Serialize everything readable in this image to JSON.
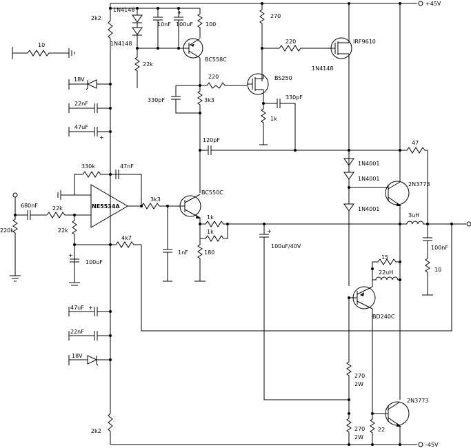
{
  "rails": {
    "vpos": "+45V",
    "vneg": "-45V"
  },
  "labels": {
    "r_2k2_top": "2k2",
    "d_1n4148_a": "1N4148",
    "d_1n4148_b": "1N4148",
    "c_10nf": "10nF",
    "c_100uf_top": "100uF",
    "r_100": "100",
    "q_bc558c": "BC558C",
    "r_22k_vas": "22k",
    "r_270_top": "270",
    "r_220_gate": "220",
    "q_irf9610": "IRF9610",
    "d_1n4148_c": "1N4148",
    "r_220_mid": "220",
    "q_bs250": "BS250",
    "c_330pf_left": "330pF",
    "r_3k3_mid": "3k3",
    "c_330pf_right": "330pF",
    "r_1k_bs": "1k",
    "r_10_left": "10",
    "d_18v_top": "18V",
    "c_22nf_top": "22nF",
    "c_47uf_top": "47uF",
    "c_120pf": "120pF",
    "r_47": "47",
    "d_1n4001_a": "1N4001",
    "d_1n4001_b": "1N4001",
    "d_1n4001_c": "1N4001",
    "q_2n3773_top": "2N3773",
    "r_330k": "330k",
    "c_47nf": "47nF",
    "opamp": "NE5534A",
    "r_3k3_out": "3k3",
    "q_bc550c": "BC550C",
    "c_680nf": "680nF",
    "r_22k_in": "22k",
    "r_22k_fb": "22k",
    "r_220k": "220k",
    "r_1k_a": "1k",
    "r_1k_b": "1k",
    "l_3uh": "3uH",
    "c_100nf": "100nF",
    "r_10_zobel": "10",
    "c_100uf_40v": "100uF/40V",
    "c_1nf": "1nF",
    "r_180": "180",
    "r_4k7": "4k7",
    "c_100uf_bottom": "100uF",
    "r_15": "15",
    "l_22uh": "22uH",
    "q_bd240c": "BD240C",
    "c_47uf_bottom": "47uF",
    "c_22nf_bottom": "22nF",
    "d_18v_bottom": "18V",
    "r_270_2w_a": "270",
    "w_2w_a": "2W",
    "r_270_2w_b": "270",
    "w_2w_b": "2W",
    "q_2n3773_bottom": "2N3773",
    "r_22": "22",
    "r_2k2_bottom": "2k2"
  }
}
